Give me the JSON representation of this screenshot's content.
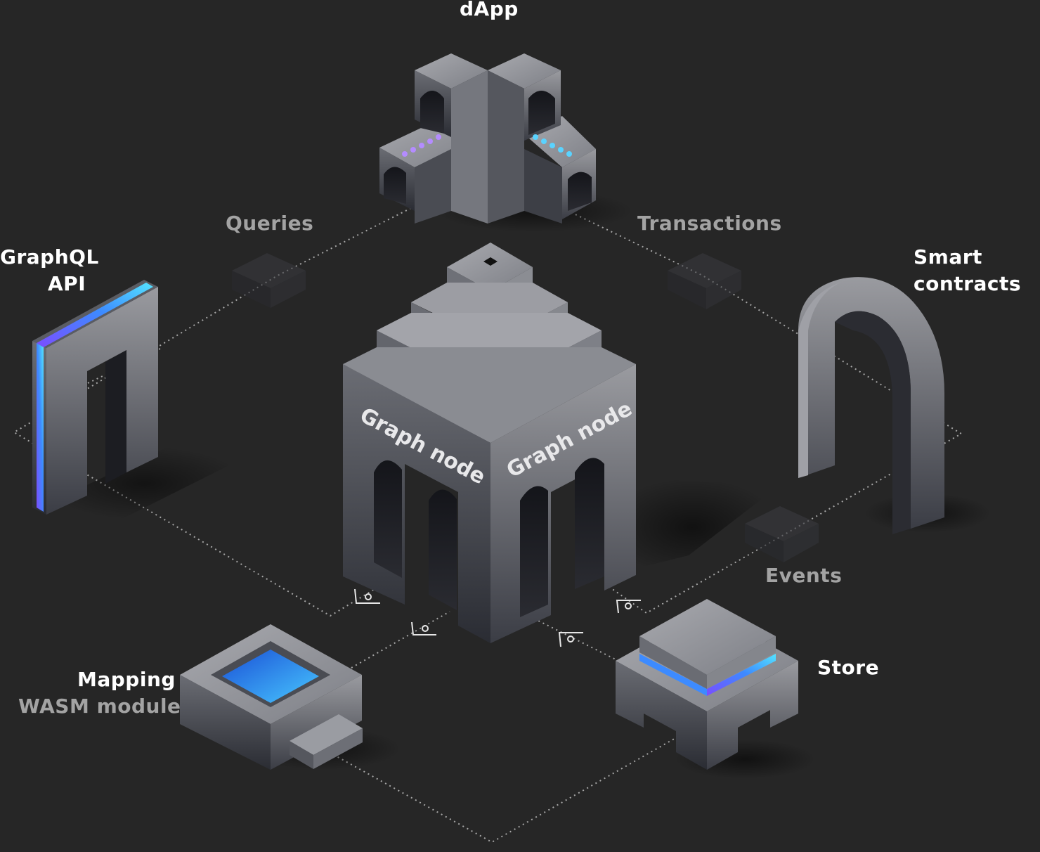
{
  "labels": {
    "dapp": "dApp",
    "queries": "Queries",
    "transactions": "Transactions",
    "graphql_line1": "GraphQL",
    "graphql_line2": "API",
    "smart_line1": "Smart",
    "smart_line2": "contracts",
    "events": "Events",
    "mapping_line1": "Mapping",
    "mapping_line2": "WASM module",
    "store": "Store",
    "graph_node_left": "Graph node",
    "graph_node_right": "Graph node"
  },
  "colors": {
    "background": "#262626",
    "primary_label": "#ffffff",
    "secondary_label": "#a3a3a3",
    "accent_cyan": "#54e3ff",
    "accent_purple": "#7b4dff",
    "accent_blue": "#2f7cf6"
  }
}
